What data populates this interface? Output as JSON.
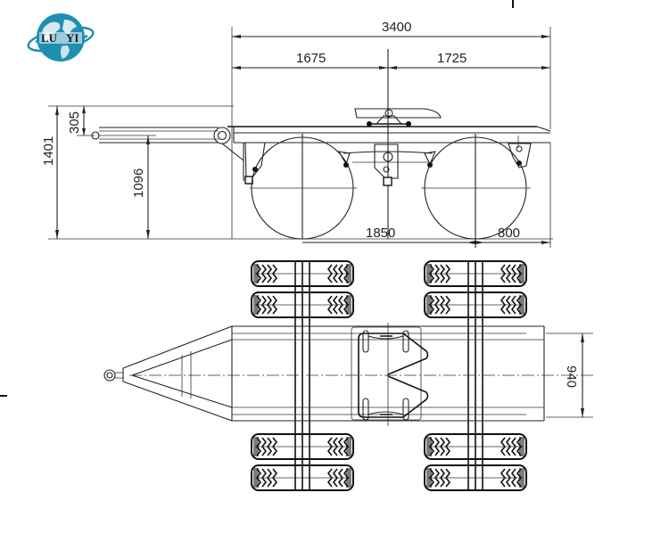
{
  "logo": {
    "text_left": "LU",
    "text_right": "YI",
    "globe_color": "#1f8fb0",
    "globe_dark": "#0d5e7e",
    "land_color": "#e8f4f8"
  },
  "side_view": {
    "dimensions": {
      "overall_length": "3400",
      "front_segment": "1675",
      "rear_segment": "1725",
      "overall_height": "1401",
      "drawbar_drop": "305",
      "drawbar_height": "1096",
      "wheel_base_offset": "1850",
      "wheel_diameter": "800"
    }
  },
  "top_view": {
    "dimensions": {
      "frame_width": "940"
    }
  },
  "colors": {
    "line": "#222222",
    "background": "#ffffff"
  }
}
